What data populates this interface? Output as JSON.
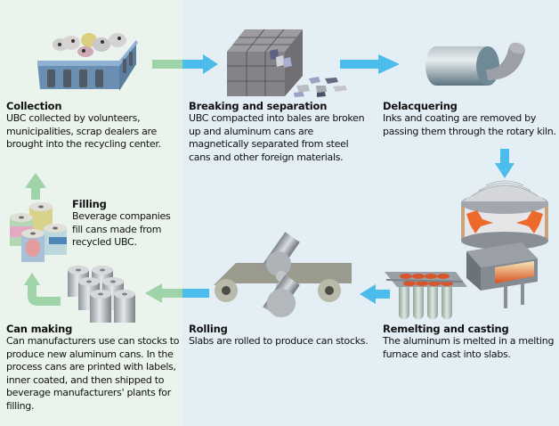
{
  "diagram": {
    "title": "UBC aluminum can recycling process",
    "colors": {
      "left_panel_bg": "#eaf3ec",
      "right_panel_bg": "#e3eef5",
      "arrow_blue": "#4bbcec",
      "arrow_green": "#9fd3a8",
      "molten_orange": "#e8582a"
    },
    "steps": [
      {
        "id": "collection",
        "title": "Collection",
        "description": "UBC collected by volunteers, municipalities, scrap dealers are brought into the recycling center.",
        "icon": "basket-of-cans-icon"
      },
      {
        "id": "breaking",
        "title": "Breaking and separation",
        "description": "UBC compacted into bales are broken up and aluminum cans are magnetically separated from steel cans and other foreign materials.",
        "icon": "bale-cube-icon"
      },
      {
        "id": "delacquering",
        "title": "Delacquering",
        "description": "Inks and coating are removed by passing them through the rotary kiln.",
        "icon": "rotary-kiln-icon"
      },
      {
        "id": "remelting",
        "title": "Remelting and casting",
        "description": "The aluminum is melted in a melting furnace and cast into slabs.",
        "icon": "furnace-icon"
      },
      {
        "id": "rolling",
        "title": "Rolling",
        "description": "Slabs are rolled to produce can stocks.",
        "icon": "rolling-mill-icon"
      },
      {
        "id": "can-making",
        "title": "Can making",
        "description": "Can manufacturers use can stocks to produce new aluminum cans. In the process cans are printed with labels, inner coated, and then shipped to beverage manufacturers' plants for filling.",
        "icon": "aluminum-cans-icon"
      },
      {
        "id": "filling",
        "title": "Filling",
        "description": "Beverage companies fill cans made from recycled UBC.",
        "icon": "filled-cans-icon"
      }
    ],
    "flow": [
      {
        "from": "collection",
        "to": "breaking"
      },
      {
        "from": "breaking",
        "to": "delacquering"
      },
      {
        "from": "delacquering",
        "to": "remelting"
      },
      {
        "from": "remelting",
        "to": "rolling"
      },
      {
        "from": "rolling",
        "to": "can-making"
      },
      {
        "from": "can-making",
        "to": "filling"
      },
      {
        "from": "filling",
        "to": "collection"
      }
    ]
  }
}
